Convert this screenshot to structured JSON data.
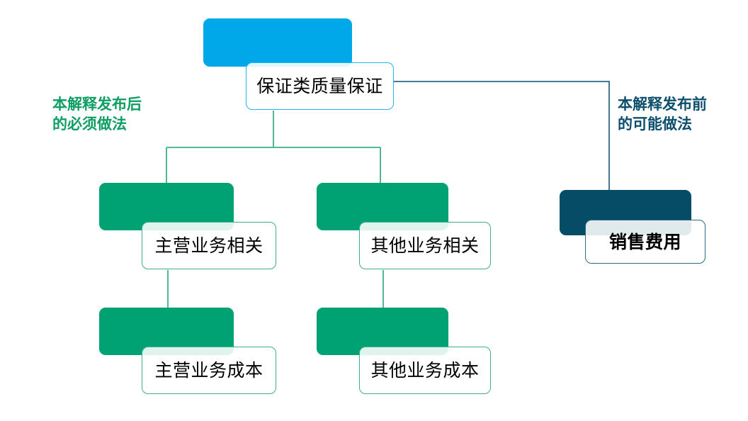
{
  "diagram": {
    "title_alt": "质量保证费用处理对比图",
    "colors": {
      "root_fill": "#00A8EA",
      "branch_fill": "#00A172",
      "alt_fill": "#064C66",
      "left_annotation_text": "#0E9E63",
      "right_annotation_text": "#0B4F6C",
      "line_green": "#3FAE8B",
      "line_navy": "#2E6A82",
      "box_text": "#000000",
      "background": "#FFFFFF"
    },
    "nodes": {
      "root": {
        "label": "保证类质量保证"
      },
      "main_related": {
        "label": "主营业务相关"
      },
      "other_related": {
        "label": "其他业务相关"
      },
      "main_cost": {
        "label": "主营业务成本"
      },
      "other_cost": {
        "label": "其他业务成本"
      },
      "sales_expense": {
        "label": "销售费用"
      }
    },
    "annotations": {
      "left": "本解释发布后\n的必须做法",
      "right": "本解释发布前\n的可能做法"
    }
  }
}
